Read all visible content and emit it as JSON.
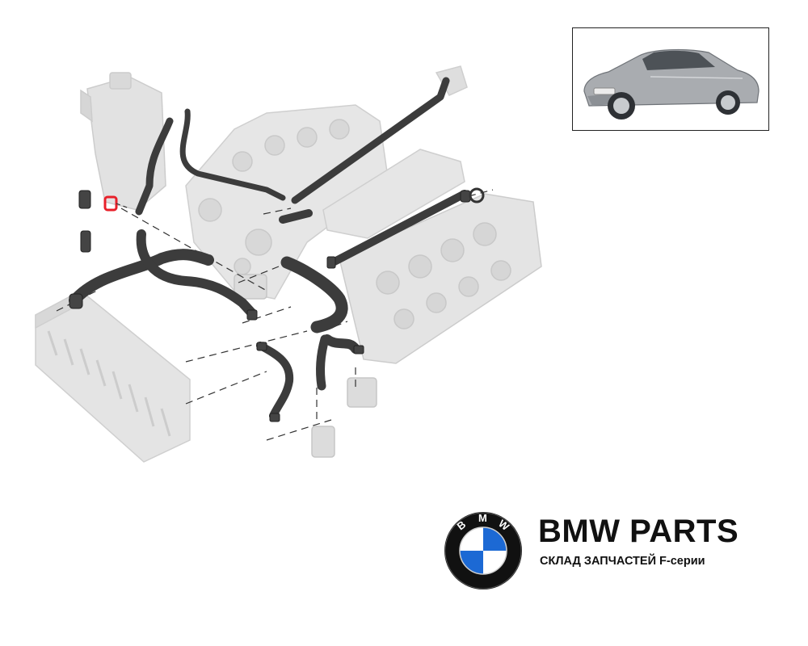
{
  "brand": {
    "title": "BMW PARTS",
    "subtitle": "СКЛАД ЗАПЧАСТЕЙ F-серии",
    "logo_letters": [
      "B",
      "M",
      "W"
    ]
  },
  "colors": {
    "hose": "#3c3c3c",
    "ghost_part": "#dadada",
    "highlight": "#e8202a",
    "logo_blue": "#1c69d4",
    "logo_ring": "#111111"
  },
  "icons": {
    "thumbnail": "car-thumbnail-icon",
    "logo": "bmw-roundel-icon",
    "highlighted_part": "highlighted-seal-ring-icon"
  }
}
